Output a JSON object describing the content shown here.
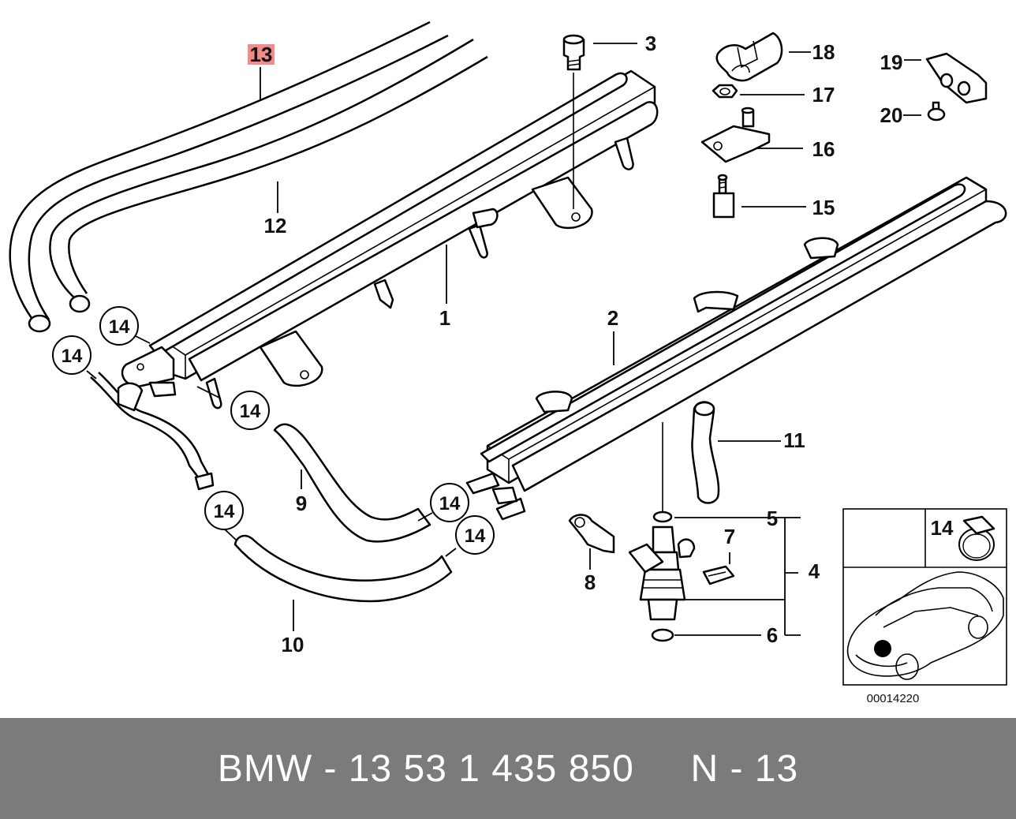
{
  "diagram": {
    "labels": {
      "p1": "1",
      "p2": "2",
      "p3": "3",
      "p4": "4",
      "p5": "5",
      "p6": "6",
      "p7": "7",
      "p8": "8",
      "p9": "9",
      "p10": "10",
      "p11": "11",
      "p12": "12",
      "p13": "13",
      "p15": "15",
      "p16": "16",
      "p17": "17",
      "p18": "18",
      "p19": "19",
      "p20": "20"
    },
    "clamp_bubble_label": "14",
    "inset_clamp_label": "14",
    "diagram_code": "00014220",
    "highlighted_part": "13",
    "highlight_color": "#f28b8b"
  },
  "footer": {
    "text": "BMW - 13 53 1 435 850     N - 13",
    "background": "#7b7b7b",
    "color": "#ffffff"
  }
}
